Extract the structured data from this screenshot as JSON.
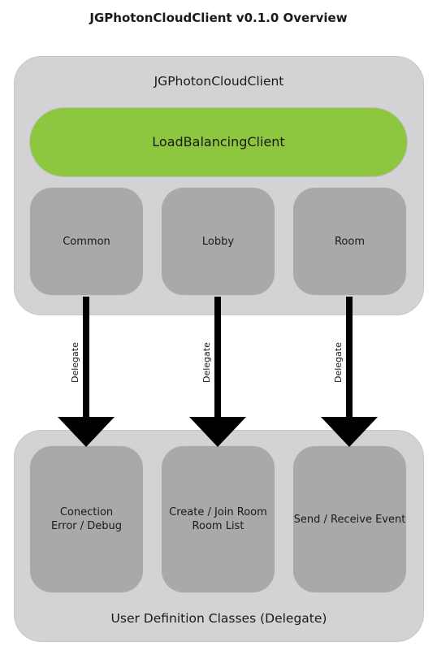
{
  "title": "JGPhotonCloudClient v0.1.0 Overview",
  "top_panel": {
    "label": "JGPhotonCloudClient",
    "load_balancing": "LoadBalancingClient",
    "modules": [
      "Common",
      "Lobby",
      "Room"
    ]
  },
  "arrows": {
    "label": "Delegate"
  },
  "bottom_panel": {
    "label": "User Definition Classes (Delegate)",
    "classes": [
      {
        "line1": "Conection",
        "line2": "Error / Debug"
      },
      {
        "line1": "Create / Join Room",
        "line2": "Room List"
      },
      {
        "line1": "Send / Receive Event",
        "line2": ""
      }
    ]
  },
  "colors": {
    "panel": "#d3d3d5",
    "box": "#a7a9ab",
    "accent_green": "#8dc63f",
    "arrow": "#000000"
  }
}
